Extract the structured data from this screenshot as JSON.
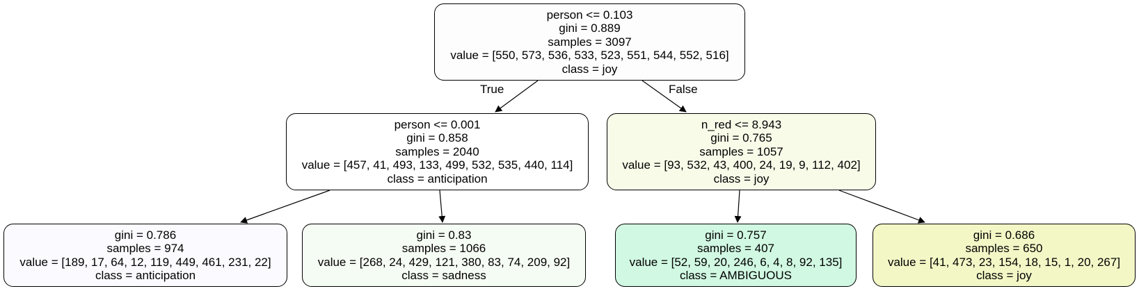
{
  "nodes": {
    "root": {
      "split": "person <= 0.103",
      "gini": "gini = 0.889",
      "samples": "samples = 3097",
      "value": "value = [550, 573, 536, 533, 523, 551, 544, 552, 516]",
      "class": "class = joy",
      "fill": "#fdfdfd"
    },
    "left": {
      "split": "person <= 0.001",
      "gini": "gini = 0.858",
      "samples": "samples = 2040",
      "value": "value = [457, 41, 493, 133, 499, 532, 535, 440, 114]",
      "class": "class = anticipation",
      "fill": "#ffffff"
    },
    "right": {
      "split": "n_red <= 8.943",
      "gini": "gini = 0.765",
      "samples": "samples = 1057",
      "value": "value = [93, 532, 43, 400, 24, 19, 9, 112, 402]",
      "class": "class = joy",
      "fill": "#f9fbe9"
    },
    "leaf_ll": {
      "gini": "gini = 0.786",
      "samples": "samples = 974",
      "value": "value = [189, 17, 64, 12, 119, 449, 461, 231, 22]",
      "class": "class = anticipation",
      "fill": "#fafaff"
    },
    "leaf_lr": {
      "gini": "gini = 0.83",
      "samples": "samples = 1066",
      "value": "value = [268, 24, 429, 121, 380, 83, 74, 209, 92]",
      "class": "class = sadness",
      "fill": "#f5fcf3"
    },
    "leaf_rl": {
      "gini": "gini = 0.757",
      "samples": "samples = 407",
      "value": "value = [52, 59, 20, 246, 6, 4, 8, 92, 135]",
      "class": "class = AMBIGUOUS",
      "fill": "#d1f8e2"
    },
    "leaf_rr": {
      "gini": "gini = 0.686",
      "samples": "samples = 650",
      "value": "value = [41, 473, 23, 154, 18, 15, 1, 20, 267]",
      "class": "class = joy",
      "fill": "#f3f7c6"
    }
  },
  "edge_labels": {
    "true": "True",
    "false": "False"
  }
}
